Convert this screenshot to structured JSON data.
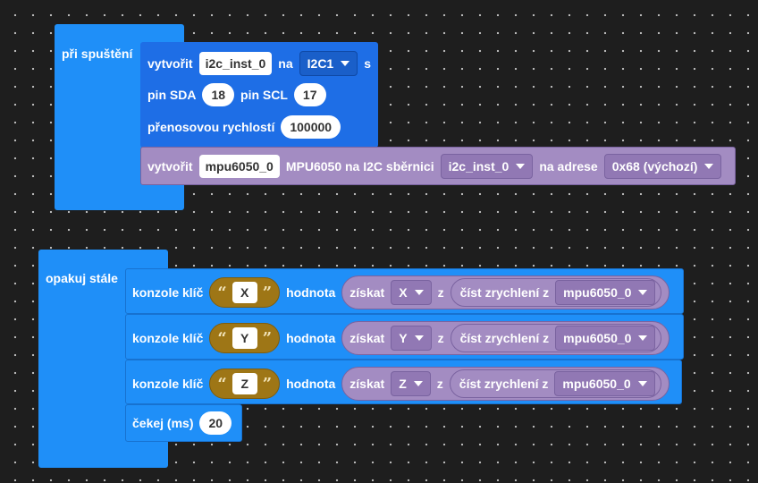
{
  "start_block": {
    "hat_label": "při spuštění",
    "i2c_create": {
      "create_label": "vytvořit",
      "instance_name": "i2c_inst_0",
      "on_label": "na",
      "bus_value": "I2C1",
      "suffix_label": "s",
      "sda_label": "pin SDA",
      "sda_value": "18",
      "scl_label": "pin SCL",
      "scl_value": "17",
      "speed_label": "přenosovou rychlostí",
      "speed_value": "100000"
    },
    "mpu_create": {
      "create_label": "vytvořit",
      "instance_name": "mpu6050_0",
      "bus_label": "MPU6050 na I2C sběrnici",
      "bus_value": "i2c_inst_0",
      "address_label": "na adrese",
      "address_value": "0x68 (výchozí)"
    }
  },
  "loop_block": {
    "label": "opakuj stále",
    "console_rows": [
      {
        "console_label": "konzole klíč",
        "key": "X",
        "value_label": "hodnota",
        "get_label": "získat",
        "axis": "X",
        "from_label": "z",
        "read_label": "číst zrychlení z",
        "device": "mpu6050_0"
      },
      {
        "console_label": "konzole klíč",
        "key": "Y",
        "value_label": "hodnota",
        "get_label": "získat",
        "axis": "Y",
        "from_label": "z",
        "read_label": "číst zrychlení z",
        "device": "mpu6050_0"
      },
      {
        "console_label": "konzole klíč",
        "key": "Z",
        "value_label": "hodnota",
        "get_label": "získat",
        "axis": "Z",
        "from_label": "z",
        "read_label": "číst zrychlení z",
        "device": "mpu6050_0"
      }
    ],
    "wait": {
      "label": "čekej (ms)",
      "value": "20"
    }
  },
  "colors": {
    "hat_blue": "#1f8ff8",
    "i2c_blue": "#1e6ee6",
    "mpu_purple": "#a38cc2",
    "text_gold": "#9e7616",
    "background": "#1e1e1e"
  }
}
